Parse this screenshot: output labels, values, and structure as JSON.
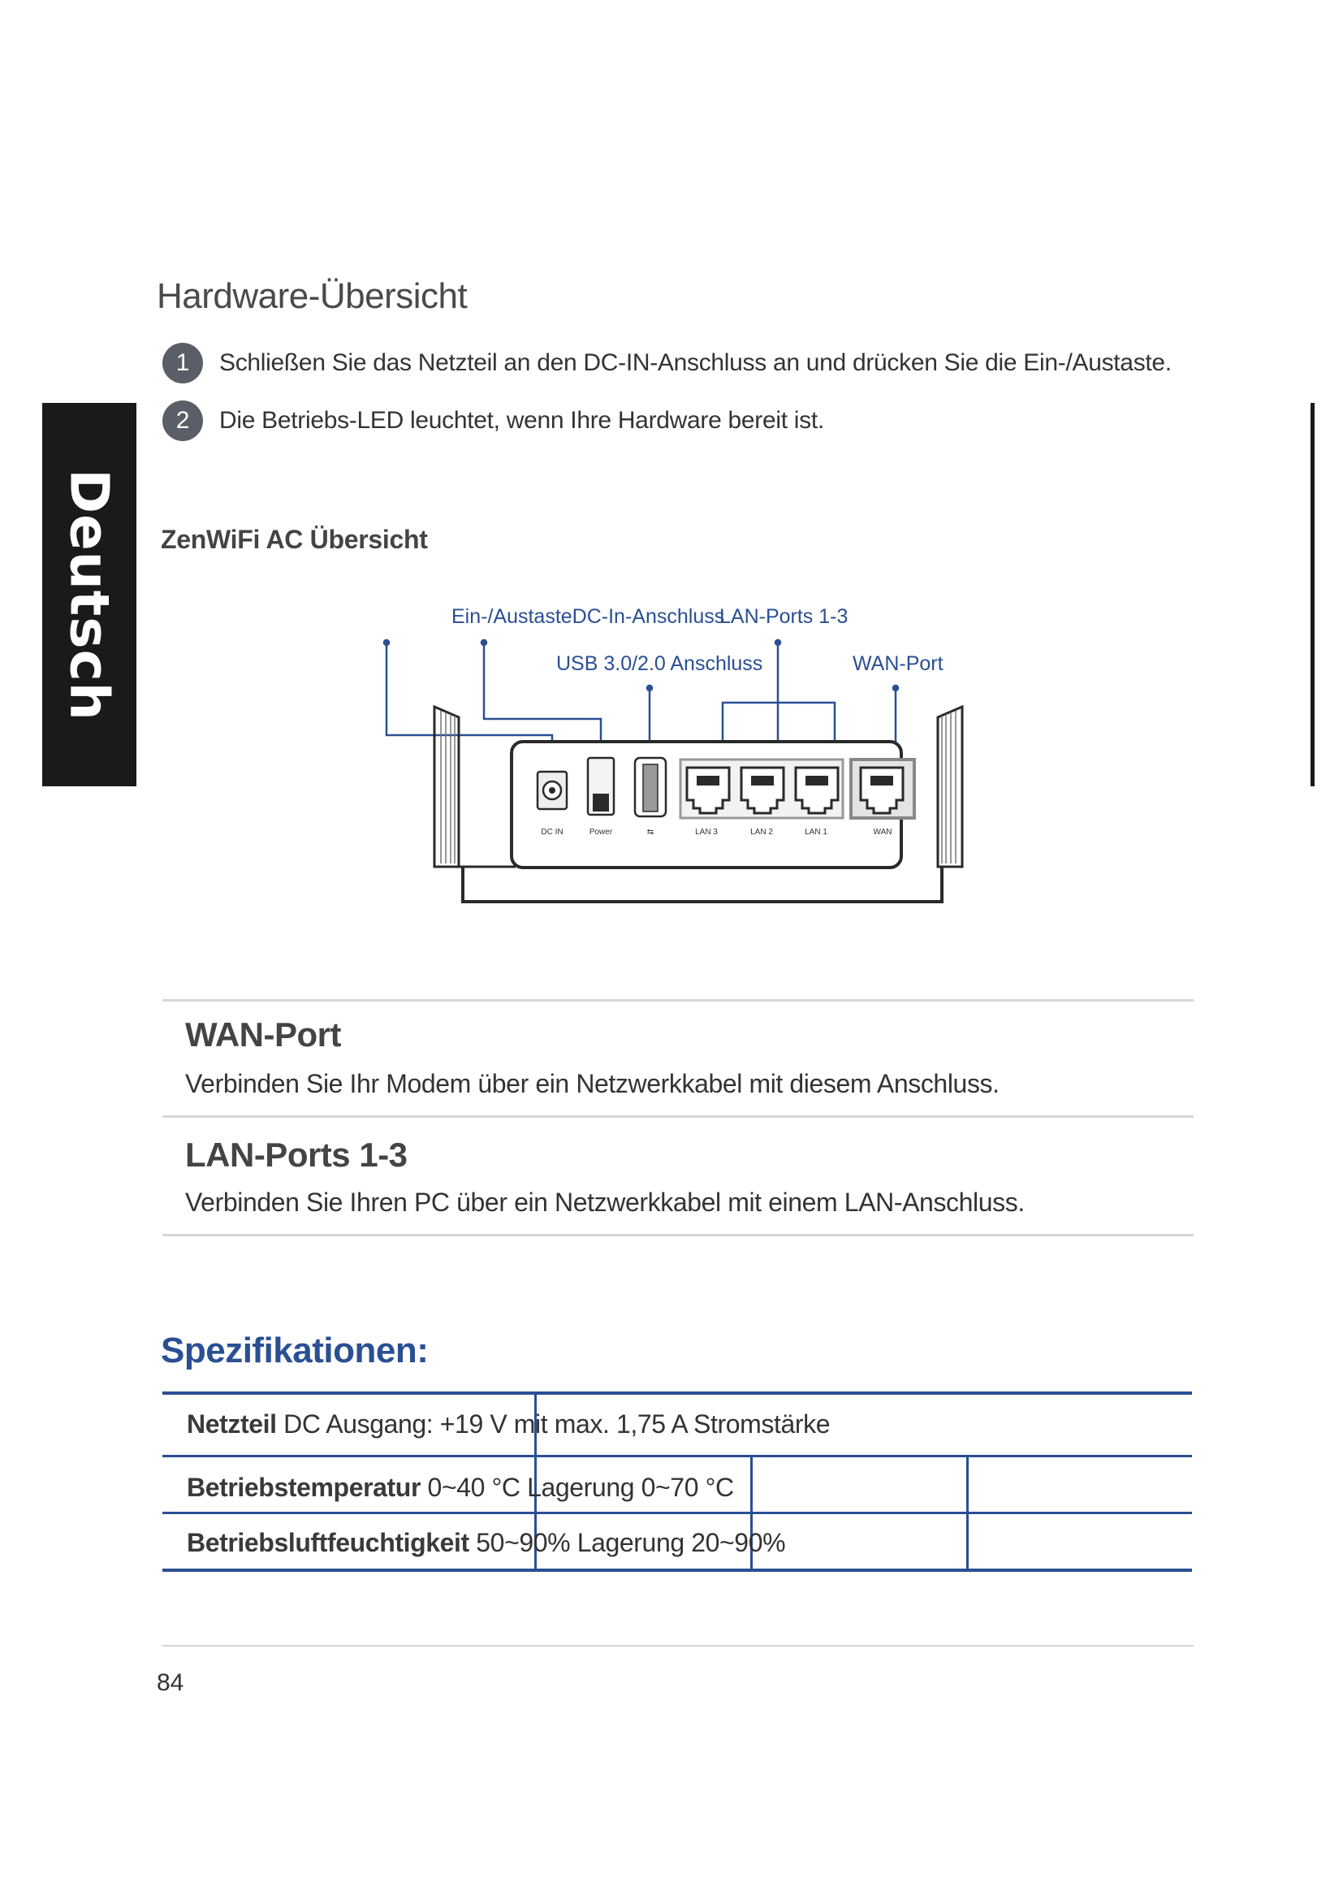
{
  "sidebar": {
    "language": "Deutsch"
  },
  "title": "Hardware-Übersicht",
  "steps": [
    {
      "num": "1",
      "text": "Schließen Sie das Netzteil an den DC-IN-Anschluss an und drücken Sie die Ein-/Austaste."
    },
    {
      "num": "2",
      "text": "Die Betriebs-LED leuchtet, wenn Ihre Hardware bereit ist."
    }
  ],
  "overview_heading": "ZenWiFi AC Übersicht",
  "diagram": {
    "callouts": {
      "power_dc": "Ein-/AustasteDC-In-Anschluss",
      "lan": "LAN-Ports 1-3",
      "usb": "USB 3.0/2.0 Anschluss",
      "wan": "WAN-Port"
    },
    "port_labels": [
      "DC IN",
      "Power",
      "⇆",
      "LAN 3",
      "LAN 2",
      "LAN 1",
      "WAN"
    ],
    "colors": {
      "callout": "#2a4f93",
      "device": "#2a2a2a"
    }
  },
  "ports": [
    {
      "title": "WAN-Port",
      "text": "Verbinden Sie Ihr Modem über ein Netzwerkkabel mit diesem Anschluss."
    },
    {
      "title": "LAN-Ports 1-3",
      "text": "Verbinden Sie Ihren PC über ein Netzwerkkabel mit einem LAN-Anschluss."
    }
  ],
  "specs": {
    "heading": "Spezifikationen:",
    "rows": [
      {
        "label": "Netzteil",
        "value": "DC Ausgang: +19 V mit max. 1,75 A Stromstärke"
      },
      {
        "label": "Betriebstemperatur",
        "value": "0~40 °C Lagerung 0~70 °C"
      },
      {
        "label": "Betriebsluftfeuchtigkeit",
        "value": "50~90% Lagerung 20~90%"
      }
    ],
    "colors": {
      "rule": "#2a4f93",
      "heading": "#2a4f93"
    }
  },
  "page_number": "84"
}
